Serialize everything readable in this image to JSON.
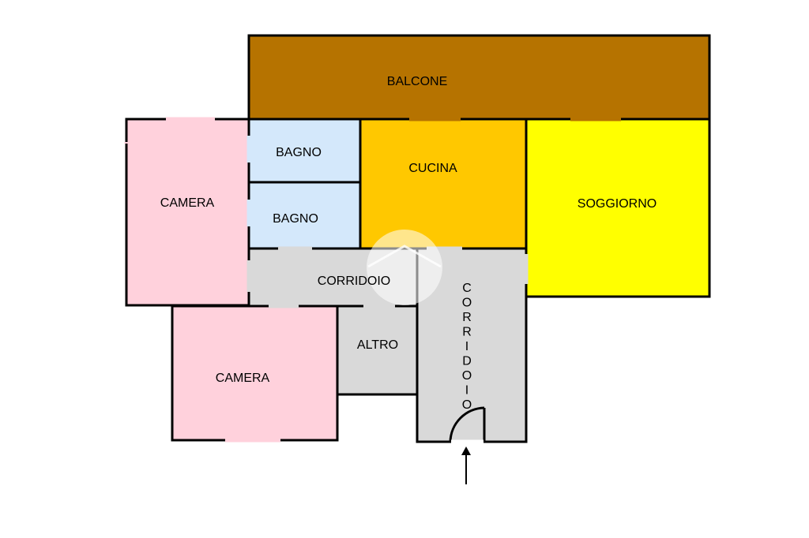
{
  "colors": {
    "balcony": "#B67300",
    "bedroom": "#FFD1DC",
    "bathroom": "#D4E8FB",
    "kitchen": "#FFC800",
    "living": "#FFFF00",
    "corridor": "#D9D9D9",
    "other": "#D9D9D9",
    "wall": "#000000",
    "watermark": "#FFFFFF"
  },
  "rooms": {
    "balcone": "BALCONE",
    "bagno_top": "BAGNO",
    "bagno_bottom": "BAGNO",
    "cucina": "CUCINA",
    "soggiorno": "SOGGIORNO",
    "camera_top": "CAMERA",
    "camera_bottom": "CAMERA",
    "corridoio_h": "CORRIDOIO",
    "altro": "ALTRO",
    "corridoio_v": [
      "C",
      "O",
      "R",
      "R",
      "I",
      "D",
      "O",
      "I",
      "O"
    ]
  },
  "icons": {
    "entrance": "arrow-up-icon",
    "door": "door-swing-icon",
    "watermark": "watermark-circle-icon"
  }
}
